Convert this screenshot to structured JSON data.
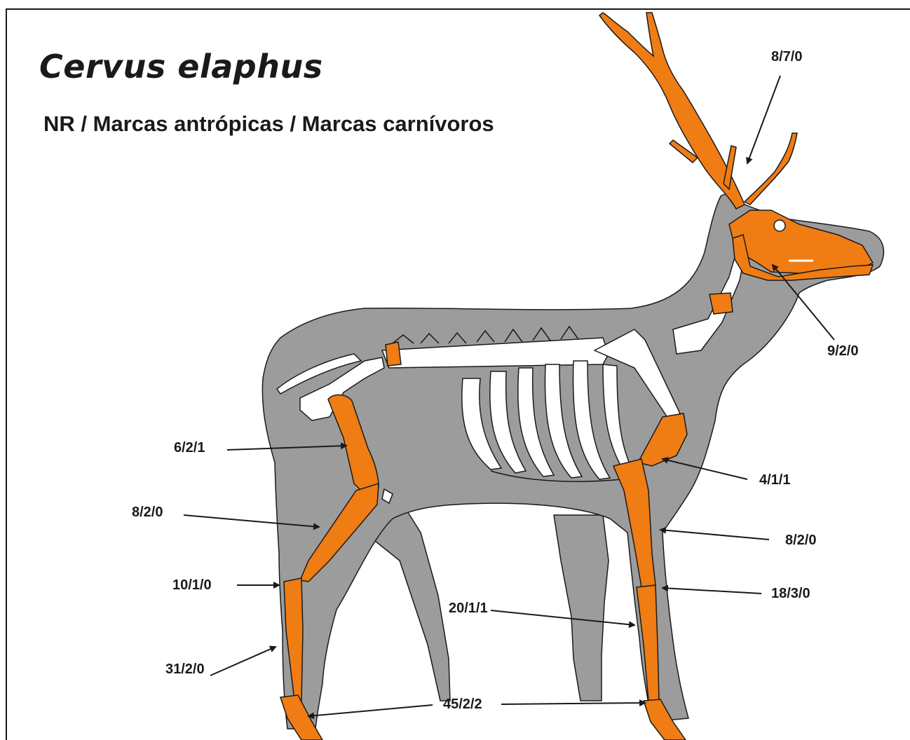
{
  "title": "Cervus elaphus",
  "subtitle": "NR / Marcas antrópicas / Marcas carnívoros",
  "colors": {
    "body": "#9c9c9c",
    "bone_highlight": "#f07c14",
    "bone_plain": "#ffffff",
    "outline": "#1a1a1a"
  },
  "labels": {
    "antler": "8/7/0",
    "mandible": "9/2/0",
    "femur": "6/2/1",
    "tibia": "8/2/0",
    "hind_tarsal": "10/1/0",
    "hind_metatarsal": "31/2/0",
    "phalanges": "45/2/2",
    "humerus": "4/1/1",
    "radius_ulna": "8/2/0",
    "fore_carpal": "18/3/0",
    "fore_metacarpal": "20/1/1"
  }
}
